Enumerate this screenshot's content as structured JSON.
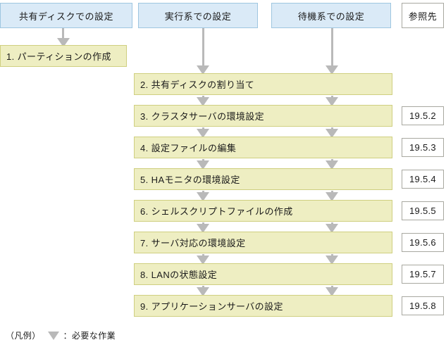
{
  "headers": [
    {
      "id": "shared",
      "label": "共有ディスクでの設定",
      "type": "column"
    },
    {
      "id": "active",
      "label": "実行系での設定",
      "type": "column"
    },
    {
      "id": "standby",
      "label": "待機系での設定",
      "type": "column"
    },
    {
      "id": "ref",
      "label": "参照先",
      "type": "reference"
    }
  ],
  "steps": [
    {
      "num": "1",
      "label": "1. パーティションの作成",
      "column": "shared",
      "reference": ""
    },
    {
      "num": "2",
      "label": "2. 共有ディスクの割り当て",
      "column": "wide",
      "reference": ""
    },
    {
      "num": "3",
      "label": "3. クラスタサーバの環境設定",
      "column": "wide",
      "reference": "19.5.2"
    },
    {
      "num": "4",
      "label": "4. 設定ファイルの編集",
      "column": "wide",
      "reference": "19.5.3"
    },
    {
      "num": "5",
      "label": "5. HAモニタの環境設定",
      "column": "wide",
      "reference": "19.5.4"
    },
    {
      "num": "6",
      "label": "6. シェルスクリプトファイルの作成",
      "column": "wide",
      "reference": "19.5.5"
    },
    {
      "num": "7",
      "label": "7. サーバ対応の環境設定",
      "column": "wide",
      "reference": "19.5.6"
    },
    {
      "num": "8",
      "label": "8. LANの状態設定",
      "column": "wide",
      "reference": "19.5.7"
    },
    {
      "num": "9",
      "label": "9. アプリケーションサーバの設定",
      "column": "wide",
      "reference": "19.5.8"
    }
  ],
  "legend": {
    "prefix": "（凡例）",
    "separator": "：",
    "arrow_meaning": "必要な作業",
    "arrow_icon": "down-triangle-icon"
  },
  "colors": {
    "header_fill": "#daeaf7",
    "header_border": "#9ec6e0",
    "step_fill": "#eeeec2",
    "step_border": "#cfcf80",
    "reference_fill": "#ffffff",
    "reference_border": "#a8a8a0",
    "connector": "#b9b9b9",
    "text": "#1a1a1a"
  }
}
